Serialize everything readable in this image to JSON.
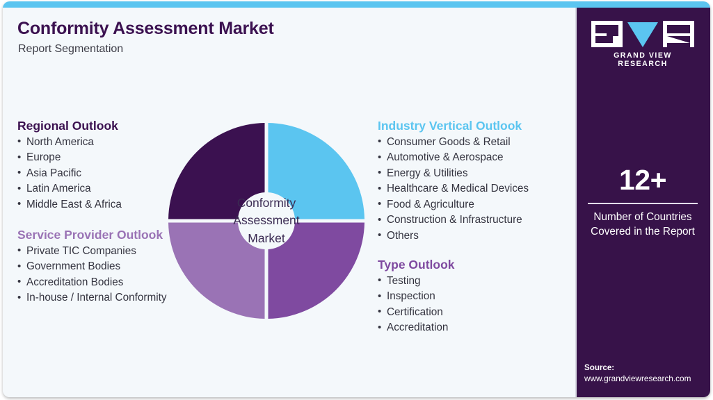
{
  "header": {
    "title": "Conformity Assessment Market",
    "subtitle": "Report Segmentation"
  },
  "donut": {
    "center_text_line1": "Conformity",
    "center_text_line2": "Assessment",
    "center_text_line3": "Market"
  },
  "segments": {
    "regional": {
      "heading": "Regional Outlook",
      "items": [
        "North America",
        "Europe",
        "Asia Pacific",
        "Latin America",
        "Middle East & Africa"
      ]
    },
    "service_provider": {
      "heading": "Service Provider Outlook",
      "items": [
        "Private TIC Companies",
        "Government Bodies",
        "Accreditation Bodies",
        "In-house / Internal Conformity"
      ]
    },
    "industry_vertical": {
      "heading": "Industry Vertical Outlook",
      "items": [
        "Consumer Goods & Retail",
        "Automotive & Aerospace",
        "Energy & Utilities",
        "Healthcare & Medical Devices",
        "Food & Agriculture",
        "Construction & Infrastructure",
        "Others"
      ]
    },
    "type": {
      "heading": "Type Outlook",
      "items": [
        "Testing",
        "Inspection",
        "Certification",
        "Accreditation"
      ]
    }
  },
  "side_panel": {
    "logo_text": "GRAND VIEW RESEARCH",
    "stat_value": "12+",
    "stat_label": "Number of Countries\nCovered in the Report",
    "source_label": "Source:",
    "source_url": "www.grandviewresearch.com"
  },
  "colors": {
    "accent_blue": "#5bc5f0",
    "deep_purple": "#371249",
    "mid_purple": "#7f4aa0",
    "light_purple": "#9a73b5",
    "page_bg": "#f4f8fb"
  },
  "chart_data": {
    "type": "pie",
    "title": "Conformity Assessment Market",
    "categories": [
      "Industry Vertical Outlook",
      "Type Outlook",
      "Service Provider Outlook",
      "Regional Outlook"
    ],
    "values": [
      25,
      25,
      25,
      25
    ],
    "colors": [
      "#5bc5f0",
      "#7f4aa0",
      "#9a73b5",
      "#3b1150"
    ],
    "legend": "none",
    "donut": true
  }
}
